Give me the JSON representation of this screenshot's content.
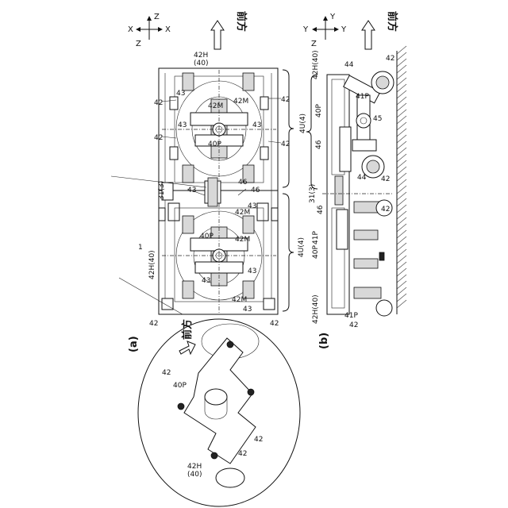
{
  "panels": {
    "a": {
      "label": "(a)"
    },
    "b": {
      "label": "(b)"
    }
  },
  "forward": {
    "text": "前方"
  },
  "axes_a": {
    "top": "Z",
    "left": "X",
    "right": "X",
    "bottom": "Z"
  },
  "axes_b": {
    "top": "Y",
    "left": "Y",
    "right": "Y",
    "bottom": "Z"
  },
  "labels": {
    "l42": "42",
    "l42H": "42H",
    "l40p": "(40)",
    "l42H40": "42H(40)",
    "l43": "43",
    "l42M": "42M",
    "l40P": "40P",
    "l46": "46",
    "l31": "31(3)",
    "l4U": "4U(4)",
    "l44": "44",
    "l41P": "41P",
    "l45": "45",
    "l1": "1"
  },
  "colors": {
    "ink": "#111111",
    "paper": "#ffffff",
    "shade": "#d8d8d8"
  }
}
